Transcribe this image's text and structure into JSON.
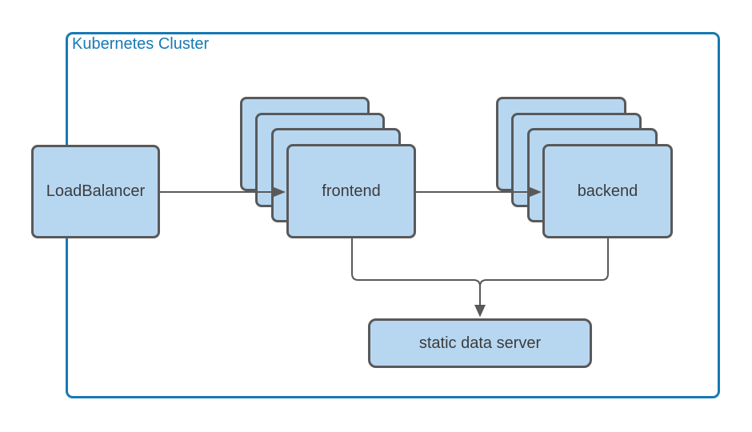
{
  "diagram": {
    "cluster": {
      "label": "Kubernetes Cluster"
    },
    "nodes": {
      "load_balancer": {
        "label": "LoadBalancer",
        "type": "box"
      },
      "frontend": {
        "label": "frontend",
        "type": "stack",
        "stack_count": 4
      },
      "backend": {
        "label": "backend",
        "type": "stack",
        "stack_count": 4
      },
      "static_data_server": {
        "label": "static data server",
        "type": "box"
      }
    },
    "edges": [
      {
        "from": "load_balancer",
        "to": "frontend",
        "arrow": true
      },
      {
        "from": "frontend",
        "to": "backend",
        "arrow": true
      },
      {
        "from": "frontend",
        "to": "static_data_server",
        "arrow": true,
        "merged_with": "backend"
      },
      {
        "from": "backend",
        "to": "static_data_server",
        "arrow": true,
        "merged_with": "frontend"
      }
    ],
    "colors": {
      "cluster_border": "#1779b5",
      "cluster_label": "#1779b5",
      "node_fill": "#b7d7f1",
      "node_border": "#595959",
      "node_text": "#3c3c3c",
      "connector": "#595959",
      "background": "#ffffff"
    }
  }
}
